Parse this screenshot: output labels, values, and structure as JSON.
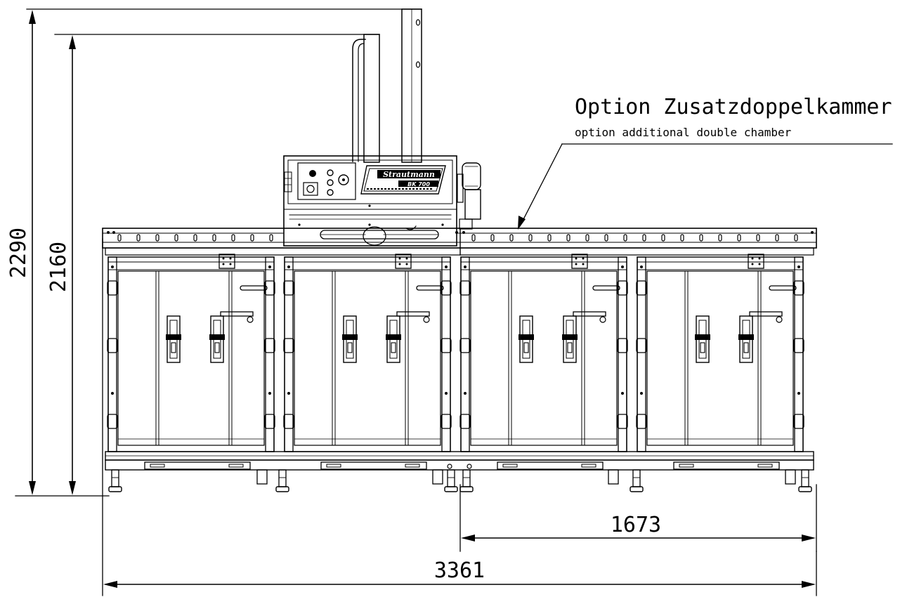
{
  "dimensions": {
    "overall_height": "2290",
    "top_height": "2160",
    "module_width": "1673",
    "overall_width": "3361"
  },
  "callout": {
    "title": "Option Zusatzdoppelkammer",
    "subtitle": "option additional double chamber"
  },
  "control_panel": {
    "brand": "Strautmann",
    "model": "BK 700"
  },
  "chamber_count": 4
}
